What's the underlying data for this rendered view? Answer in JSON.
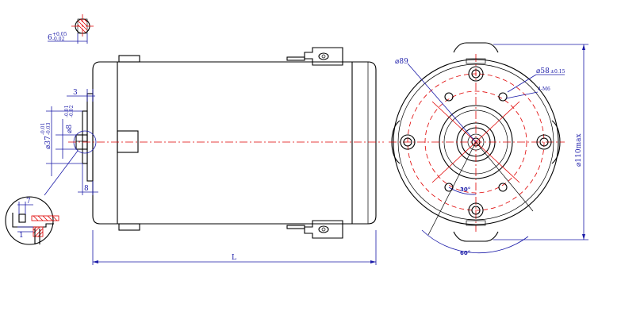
{
  "dimensions": {
    "key_width": "6",
    "key_tol_upper": "+0.05",
    "key_tol_lower": "-0.02",
    "flange_thickness": "3",
    "shaft_dia": "⌀8",
    "shaft_tol_upper": "-0.01",
    "shaft_tol_lower": "-0.02",
    "pilot_dia": "⌀37",
    "pilot_tol_upper": "-0.01",
    "pilot_tol_lower": "-0.03",
    "shaft_length": "8",
    "detail_width": "7",
    "detail_depth": "1",
    "overall_length": "L",
    "bolt_circle_dia": "⌀89",
    "hole_circle_dia": "⌀58",
    "hole_circle_tol": "±0.15",
    "hole_spec": "4-M6",
    "angle_small": "30°",
    "angle_large": "60°",
    "max_dia": "⌀110max"
  },
  "colors": {
    "outline": "#000000",
    "centerline": "#e00000",
    "dimension": "#1a1aa8"
  }
}
